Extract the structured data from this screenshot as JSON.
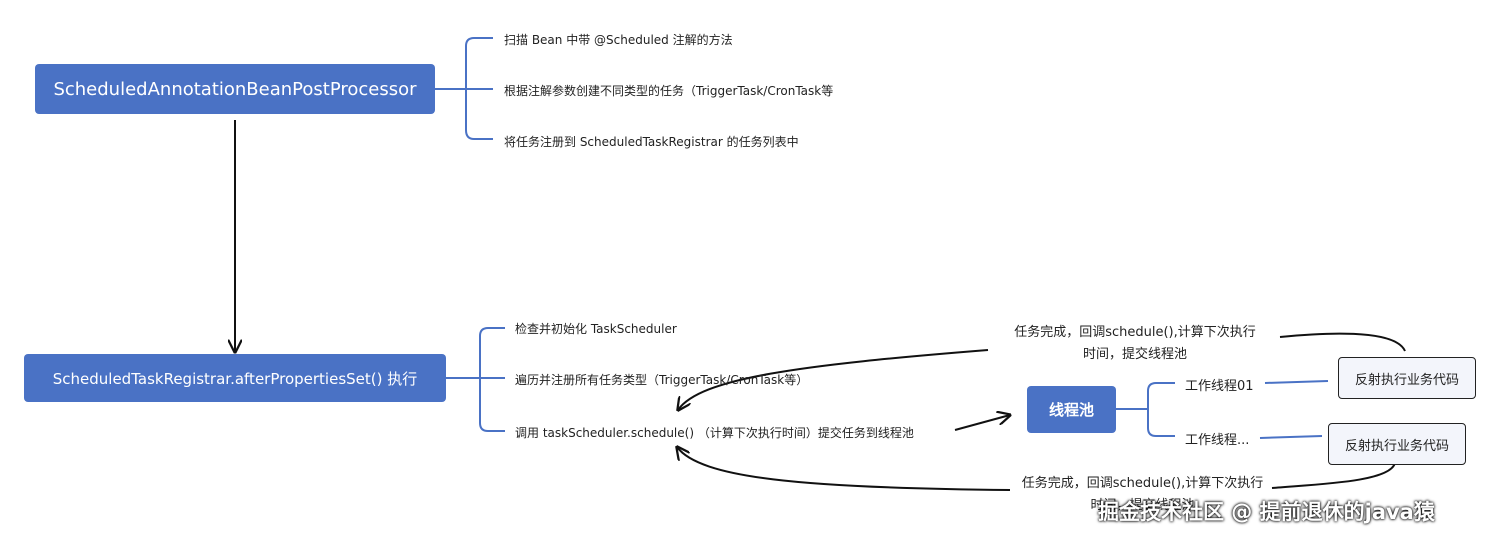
{
  "nodes": {
    "processor": "ScheduledAnnotationBeanPostProcessor",
    "registrar": "ScheduledTaskRegistrar.afterPropertiesSet() 执行",
    "pool": "线程池"
  },
  "processor_steps": [
    "扫描 Bean 中带 @Scheduled 注解的方法",
    "根据注解参数创建不同类型的任务（TriggerTask/CronTask等",
    "将任务注册到 ScheduledTaskRegistrar 的任务列表中"
  ],
  "registrar_steps": [
    "检查并初始化 TaskScheduler",
    "遍历并注册所有任务类型（TriggerTask/CronTask等）",
    "调用 taskScheduler.schedule() （计算下次执行时间）提交任务到线程池"
  ],
  "workers": [
    "工作线程01",
    "工作线程..."
  ],
  "business_box": "反射执行业务代码",
  "callback_note": {
    "line1": "任务完成，回调schedule(),计算下次执行",
    "line2": "时间，提交线程池"
  },
  "watermark": "掘金技术社区 @ 提前退休的java猿",
  "colors": {
    "node": "#4a72c5",
    "connector": "#4a72c5",
    "arrow": "#111111"
  }
}
